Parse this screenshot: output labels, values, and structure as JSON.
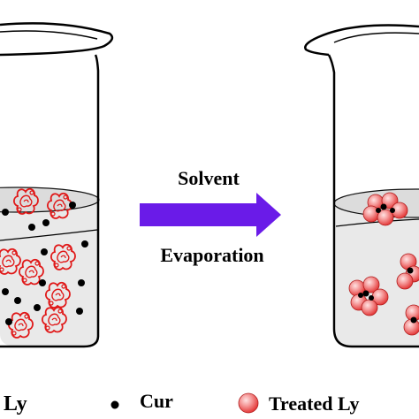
{
  "arrow": {
    "label_top": "Solvent",
    "label_bottom": "Evaporation",
    "color": "#6a1be8"
  },
  "legend": {
    "ly_label": "Ly",
    "cur_label": "Cur",
    "treated_label": "Treated Ly"
  },
  "colors": {
    "ly": "#e01818",
    "cur": "#000000",
    "treated_fill": "#f26a6a",
    "treated_highlight": "#ffe2e2",
    "liquid": "#e9e9e9",
    "liquid_surface": "#d8d8d8",
    "glass": "#000000"
  }
}
